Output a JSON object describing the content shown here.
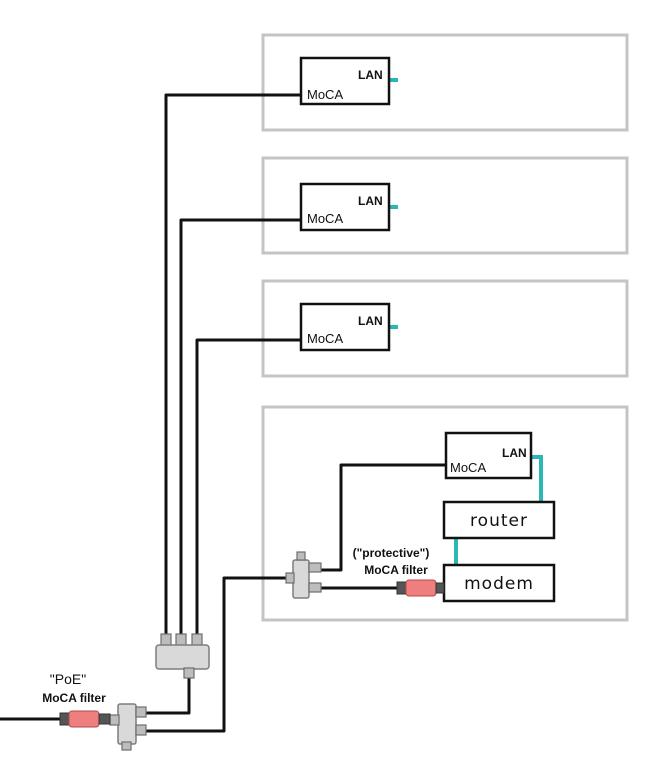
{
  "diagram": {
    "rooms": [
      {
        "moca_label": "MoCA",
        "lan_label": "LAN"
      },
      {
        "moca_label": "MoCA",
        "lan_label": "LAN"
      },
      {
        "moca_label": "MoCA",
        "lan_label": "LAN"
      },
      {
        "moca_label": "MoCA",
        "lan_label": "LAN"
      }
    ],
    "router_label": "router",
    "modem_label": "modem",
    "protective_filter_label_line1": "(\"protective\")",
    "protective_filter_label_line2": "MoCA filter",
    "poe_filter_label_line1": "\"PoE\"",
    "poe_filter_label_line2": "MoCA filter"
  },
  "colors": {
    "room_border": "#c4c4c4",
    "coax": "#111111",
    "ethernet": "#2bb7b3",
    "filter": "#ef7f7f",
    "splitter": "#d9d9d9"
  }
}
